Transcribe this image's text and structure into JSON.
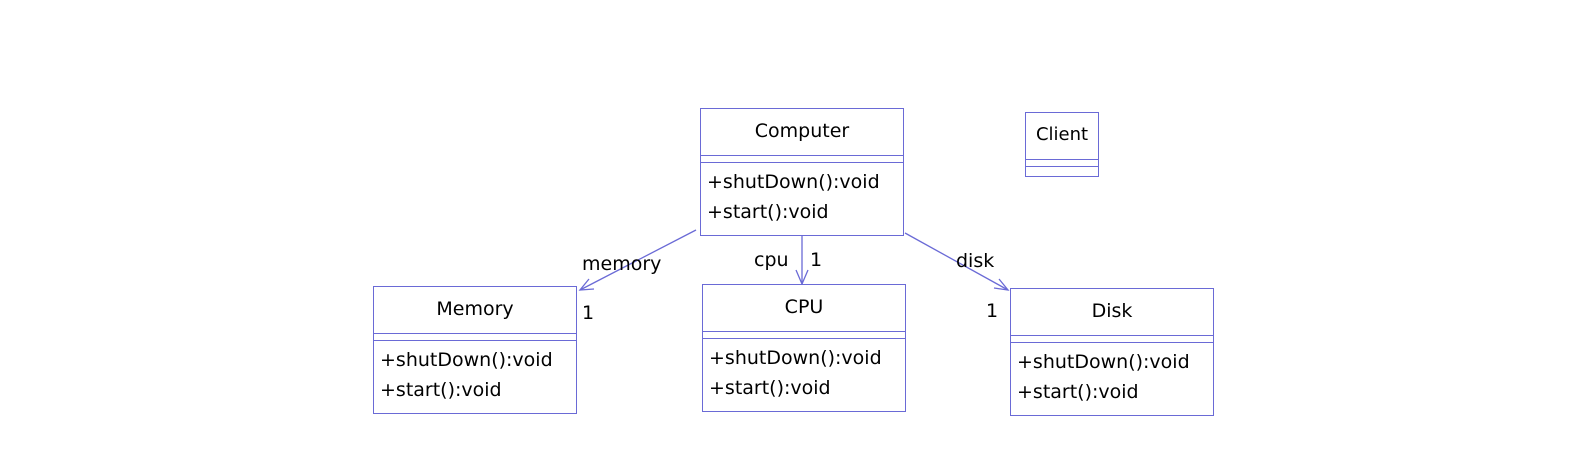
{
  "colors": {
    "stroke": "#6a6ad6",
    "text": "#000000",
    "background": "#ffffff"
  },
  "classes": {
    "computer": {
      "name": "Computer",
      "operations": [
        "+shutDown():void",
        "+start():void"
      ]
    },
    "client": {
      "name": "Client",
      "operations": []
    },
    "memory": {
      "name": "Memory",
      "operations": [
        "+shutDown():void",
        "+start():void"
      ]
    },
    "cpu": {
      "name": "CPU",
      "operations": [
        "+shutDown():void",
        "+start():void"
      ]
    },
    "disk": {
      "name": "Disk",
      "operations": [
        "+shutDown():void",
        "+start():void"
      ]
    }
  },
  "associations": {
    "memory": {
      "role": "memory",
      "multiplicity": "1"
    },
    "cpu": {
      "role": "cpu",
      "multiplicity": "1"
    },
    "disk": {
      "role": "disk",
      "multiplicity": "1"
    }
  }
}
